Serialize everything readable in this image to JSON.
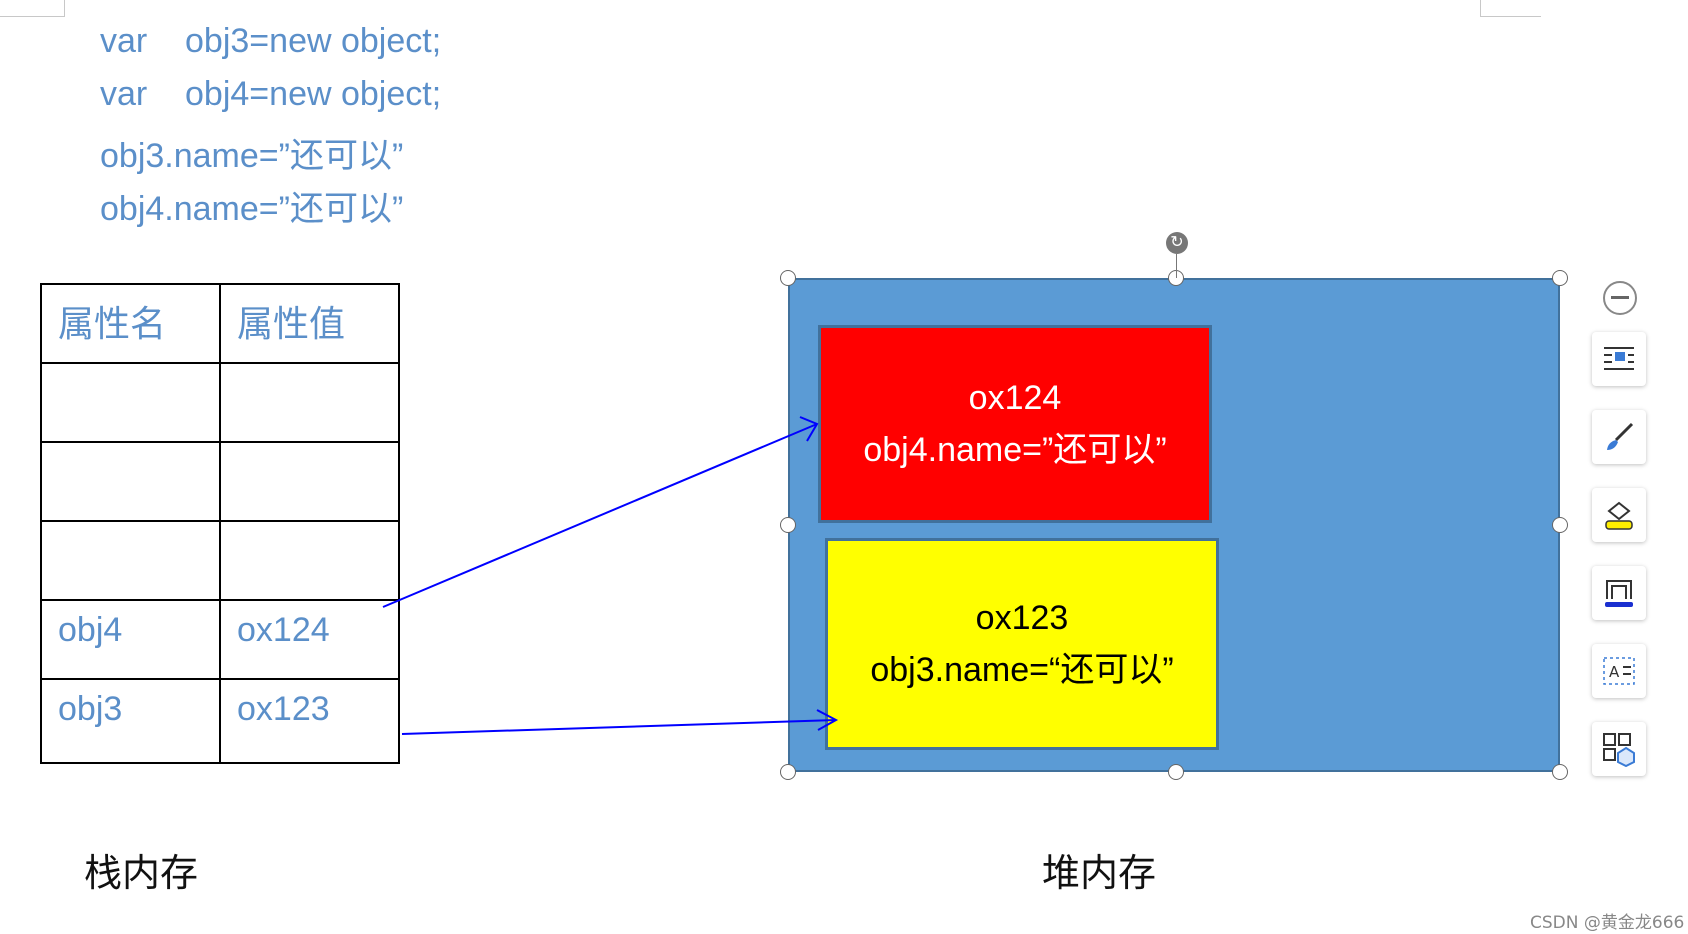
{
  "code_lines": [
    "var    obj3=new object;",
    "var    obj4=new object;",
    "obj3.name=”还可以”",
    "obj4.name=”还可以”"
  ],
  "stack_table": {
    "headers": [
      "属性名",
      "属性值"
    ],
    "rows": [
      [
        "",
        ""
      ],
      [
        "",
        ""
      ],
      [
        "",
        ""
      ],
      [
        "obj4",
        "ox124"
      ],
      [
        "obj3",
        "ox123"
      ]
    ]
  },
  "heap": {
    "object_red": {
      "address": "ox124",
      "content": "obj4.name=”还可以”"
    },
    "object_yellow": {
      "address": "ox123",
      "content": "obj3.name=“还可以”"
    }
  },
  "captions": {
    "stack": "栈内存",
    "heap": "堆内存"
  },
  "toolbar": {
    "items": [
      "collapse-icon",
      "text-wrap-icon",
      "brush-icon",
      "fill-color-icon",
      "border-color-icon",
      "textbox-icon",
      "smart-shape-icon"
    ]
  },
  "watermark": "CSDN @黄金龙666",
  "colors": {
    "code_text": "#5b8fc9",
    "heap_bg": "#5b9bd5",
    "red_box": "#ff0000",
    "yellow_box": "#ffff00",
    "arrow": "#0000ff"
  }
}
